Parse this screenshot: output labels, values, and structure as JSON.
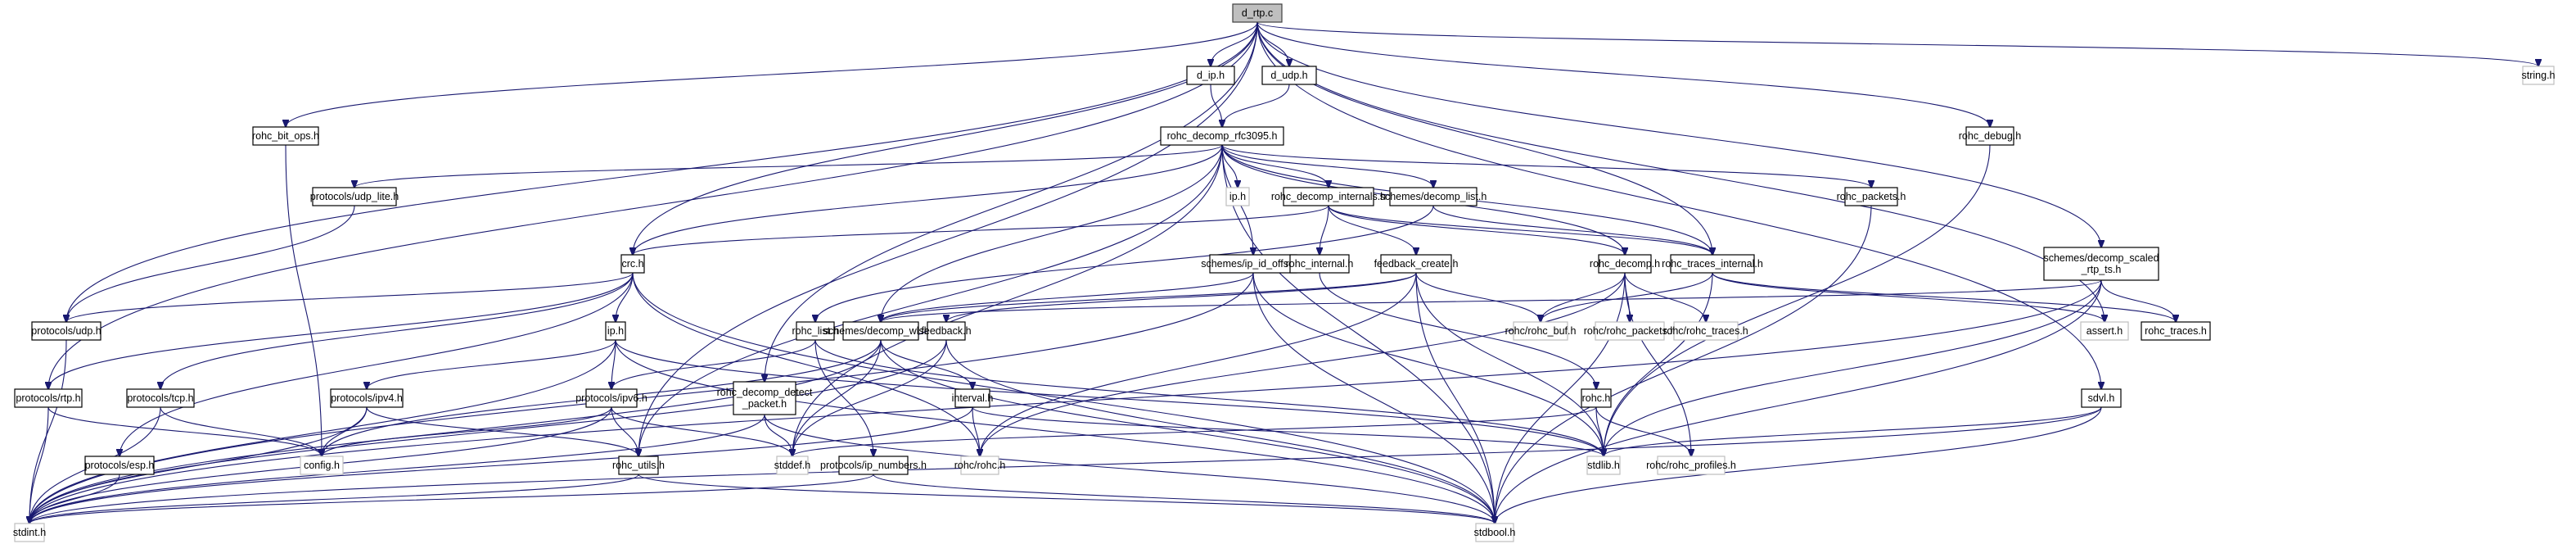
{
  "graph": {
    "title": "d_rtp.c include dependency graph",
    "colors": {
      "edge": "#191970",
      "root_fill": "#bfbfbf",
      "node_border": "#000000",
      "external_border": "#bfbfbf"
    },
    "nodes": [
      {
        "id": "d_rtp_c",
        "label": "d_rtp.c",
        "kind": "root"
      },
      {
        "id": "d_ip_h",
        "label": "d_ip.h",
        "kind": "doc"
      },
      {
        "id": "d_udp_h",
        "label": "d_udp.h",
        "kind": "doc"
      },
      {
        "id": "rohc_decomp_rfc3095_h",
        "label": "rohc_decomp_rfc3095.h",
        "kind": "doc"
      },
      {
        "id": "rohc_bit_ops_h",
        "label": "rohc_bit_ops.h",
        "kind": "doc"
      },
      {
        "id": "rohc_debug_h",
        "label": "rohc_debug.h",
        "kind": "doc"
      },
      {
        "id": "string_h",
        "label": "string.h",
        "kind": "ext"
      },
      {
        "id": "protocols_udp_lite_h",
        "label": "protocols/udp_lite.h",
        "kind": "doc"
      },
      {
        "id": "ip_h_ext",
        "label": "ip.h",
        "kind": "ext"
      },
      {
        "id": "rohc_decomp_internals_h",
        "label": "rohc_decomp_internals.h",
        "kind": "doc"
      },
      {
        "id": "schemes_decomp_list_h",
        "label": "schemes/decomp_list.h",
        "kind": "doc"
      },
      {
        "id": "rohc_packets_h",
        "label": "rohc_packets.h",
        "kind": "doc"
      },
      {
        "id": "crc_h",
        "label": "crc.h",
        "kind": "doc"
      },
      {
        "id": "schemes_ip_id_offset_h",
        "label": "schemes/ip_id_offset.h",
        "kind": "doc"
      },
      {
        "id": "rohc_internal_h",
        "label": "rohc_internal.h",
        "kind": "doc"
      },
      {
        "id": "feedback_create_h",
        "label": "feedback_create.h",
        "kind": "doc"
      },
      {
        "id": "rohc_decomp_h",
        "label": "rohc_decomp.h",
        "kind": "doc"
      },
      {
        "id": "rohc_traces_internal_h",
        "label": "rohc_traces_internal.h",
        "kind": "doc"
      },
      {
        "id": "schemes_decomp_scaled_rtp_ts_h",
        "label": "schemes/decomp_scaled\n_rtp_ts.h",
        "kind": "doc"
      },
      {
        "id": "protocols_udp_h",
        "label": "protocols/udp.h",
        "kind": "doc"
      },
      {
        "id": "ip_h",
        "label": "ip.h",
        "kind": "doc"
      },
      {
        "id": "rohc_list_h",
        "label": "rohc_list.h",
        "kind": "doc"
      },
      {
        "id": "schemes_decomp_wlsb_h",
        "label": "schemes/decomp_wlsb.h",
        "kind": "doc"
      },
      {
        "id": "feedback_h",
        "label": "feedback.h",
        "kind": "doc"
      },
      {
        "id": "rohc_rohc_buf_h",
        "label": "rohc/rohc_buf.h",
        "kind": "ext"
      },
      {
        "id": "rohc_rohc_packets_h",
        "label": "rohc/rohc_packets.h",
        "kind": "ext"
      },
      {
        "id": "rohc_rohc_traces_h",
        "label": "rohc/rohc_traces.h",
        "kind": "ext"
      },
      {
        "id": "assert_h",
        "label": "assert.h",
        "kind": "ext"
      },
      {
        "id": "rohc_traces_h",
        "label": "rohc_traces.h",
        "kind": "doc"
      },
      {
        "id": "protocols_rtp_h",
        "label": "protocols/rtp.h",
        "kind": "doc"
      },
      {
        "id": "protocols_tcp_h",
        "label": "protocols/tcp.h",
        "kind": "doc"
      },
      {
        "id": "protocols_ipv4_h",
        "label": "protocols/ipv4.h",
        "kind": "doc"
      },
      {
        "id": "protocols_ipv6_h",
        "label": "protocols/ipv6.h",
        "kind": "doc"
      },
      {
        "id": "rohc_decomp_detect_packet_h",
        "label": "rohc_decomp_detect\n_packet.h",
        "kind": "doc"
      },
      {
        "id": "interval_h",
        "label": "interval.h",
        "kind": "doc"
      },
      {
        "id": "rohc_h",
        "label": "rohc.h",
        "kind": "doc"
      },
      {
        "id": "sdvl_h",
        "label": "sdvl.h",
        "kind": "doc"
      },
      {
        "id": "protocols_esp_h",
        "label": "protocols/esp.h",
        "kind": "doc"
      },
      {
        "id": "config_h",
        "label": "config.h",
        "kind": "ext"
      },
      {
        "id": "rohc_utils_h",
        "label": "rohc_utils.h",
        "kind": "doc"
      },
      {
        "id": "stddef_h",
        "label": "stddef.h",
        "kind": "ext"
      },
      {
        "id": "protocols_ip_numbers_h",
        "label": "protocols/ip_numbers.h",
        "kind": "doc"
      },
      {
        "id": "rohc_rohc_h",
        "label": "rohc/rohc.h",
        "kind": "ext"
      },
      {
        "id": "stdlib_h",
        "label": "stdlib.h",
        "kind": "ext"
      },
      {
        "id": "rohc_rohc_profiles_h",
        "label": "rohc/rohc_profiles.h",
        "kind": "ext"
      },
      {
        "id": "stdint_h",
        "label": "stdint.h",
        "kind": "ext"
      },
      {
        "id": "stdbool_h",
        "label": "stdbool.h",
        "kind": "ext"
      }
    ],
    "edges": [
      [
        "d_rtp_c",
        "d_ip_h"
      ],
      [
        "d_rtp_c",
        "d_udp_h"
      ],
      [
        "d_rtp_c",
        "rohc_bit_ops_h"
      ],
      [
        "d_rtp_c",
        "rohc_debug_h"
      ],
      [
        "d_rtp_c",
        "string_h"
      ],
      [
        "d_rtp_c",
        "crc_h"
      ],
      [
        "d_rtp_c",
        "protocols_udp_h"
      ],
      [
        "d_rtp_c",
        "protocols_rtp_h"
      ],
      [
        "d_rtp_c",
        "rohc_traces_internal_h"
      ],
      [
        "d_rtp_c",
        "schemes_decomp_scaled_rtp_ts_h"
      ],
      [
        "d_rtp_c",
        "assert_h"
      ],
      [
        "d_rtp_c",
        "rohc_utils_h"
      ],
      [
        "d_rtp_c",
        "rohc_decomp_detect_packet_h"
      ],
      [
        "d_rtp_c",
        "sdvl_h"
      ],
      [
        "d_ip_h",
        "rohc_decomp_rfc3095_h"
      ],
      [
        "d_udp_h",
        "rohc_decomp_rfc3095_h"
      ],
      [
        "rohc_decomp_rfc3095_h",
        "protocols_udp_lite_h"
      ],
      [
        "rohc_decomp_rfc3095_h",
        "ip_h_ext"
      ],
      [
        "rohc_decomp_rfc3095_h",
        "rohc_decomp_internals_h"
      ],
      [
        "rohc_decomp_rfc3095_h",
        "schemes_decomp_list_h"
      ],
      [
        "rohc_decomp_rfc3095_h",
        "rohc_packets_h"
      ],
      [
        "rohc_decomp_rfc3095_h",
        "crc_h"
      ],
      [
        "rohc_decomp_rfc3095_h",
        "schemes_ip_id_offset_h"
      ],
      [
        "rohc_decomp_rfc3095_h",
        "rohc_decomp_h"
      ],
      [
        "rohc_decomp_rfc3095_h",
        "rohc_traces_internal_h"
      ],
      [
        "rohc_decomp_rfc3095_h",
        "schemes_decomp_wlsb_h"
      ],
      [
        "rohc_decomp_rfc3095_h",
        "rohc_utils_h"
      ],
      [
        "rohc_decomp_rfc3095_h",
        "stddef_h"
      ],
      [
        "rohc_decomp_rfc3095_h",
        "stdbool_h"
      ],
      [
        "rohc_bit_ops_h",
        "config_h"
      ],
      [
        "rohc_debug_h",
        "stdlib_h"
      ],
      [
        "protocols_udp_lite_h",
        "protocols_udp_h"
      ],
      [
        "rohc_decomp_internals_h",
        "crc_h"
      ],
      [
        "rohc_decomp_internals_h",
        "rohc_internal_h"
      ],
      [
        "rohc_decomp_internals_h",
        "feedback_create_h"
      ],
      [
        "rohc_decomp_internals_h",
        "rohc_decomp_h"
      ],
      [
        "rohc_decomp_internals_h",
        "rohc_traces_internal_h"
      ],
      [
        "schemes_decomp_list_h",
        "rohc_list_h"
      ],
      [
        "schemes_decomp_list_h",
        "rohc_traces_internal_h"
      ],
      [
        "rohc_packets_h",
        "stdbool_h"
      ],
      [
        "crc_h",
        "protocols_udp_h"
      ],
      [
        "crc_h",
        "protocols_rtp_h"
      ],
      [
        "crc_h",
        "protocols_tcp_h"
      ],
      [
        "crc_h",
        "protocols_esp_h"
      ],
      [
        "crc_h",
        "ip_h"
      ],
      [
        "crc_h",
        "rohc_rohc_h"
      ],
      [
        "crc_h",
        "stdbool_h"
      ],
      [
        "schemes_ip_id_offset_h",
        "schemes_decomp_wlsb_h"
      ],
      [
        "schemes_ip_id_offset_h",
        "stdint_h"
      ],
      [
        "schemes_ip_id_offset_h",
        "stdbool_h"
      ],
      [
        "schemes_ip_id_offset_h",
        "stdlib_h"
      ],
      [
        "rohc_internal_h",
        "rohc_h"
      ],
      [
        "feedback_create_h",
        "feedback_h"
      ],
      [
        "feedback_create_h",
        "rohc_rohc_buf_h"
      ],
      [
        "feedback_create_h",
        "schemes_decomp_wlsb_h"
      ],
      [
        "feedback_create_h",
        "stdlib_h"
      ],
      [
        "feedback_create_h",
        "stdbool_h"
      ],
      [
        "feedback_create_h",
        "rohc_rohc_h"
      ],
      [
        "rohc_decomp_h",
        "rohc_rohc_buf_h"
      ],
      [
        "rohc_decomp_h",
        "rohc_rohc_packets_h"
      ],
      [
        "rohc_decomp_h",
        "rohc_rohc_traces_h"
      ],
      [
        "rohc_decomp_h",
        "rohc_rohc_h"
      ],
      [
        "rohc_decomp_h",
        "rohc_rohc_profiles_h"
      ],
      [
        "rohc_decomp_h",
        "stdbool_h"
      ],
      [
        "rohc_traces_internal_h",
        "rohc_rohc_buf_h"
      ],
      [
        "rohc_traces_internal_h",
        "assert_h"
      ],
      [
        "rohc_traces_internal_h",
        "rohc_traces_h"
      ],
      [
        "rohc_traces_internal_h",
        "stdlib_h"
      ],
      [
        "schemes_decomp_scaled_rtp_ts_h",
        "rohc_traces_h"
      ],
      [
        "schemes_decomp_scaled_rtp_ts_h",
        "schemes_decomp_wlsb_h"
      ],
      [
        "schemes_decomp_scaled_rtp_ts_h",
        "stdlib_h"
      ],
      [
        "schemes_decomp_scaled_rtp_ts_h",
        "stdint_h"
      ],
      [
        "schemes_decomp_scaled_rtp_ts_h",
        "stdbool_h"
      ],
      [
        "protocols_udp_h",
        "stdint_h"
      ],
      [
        "ip_h",
        "protocols_ipv4_h"
      ],
      [
        "ip_h",
        "protocols_ipv6_h"
      ],
      [
        "ip_h",
        "stdint_h"
      ],
      [
        "ip_h",
        "stdbool_h"
      ],
      [
        "ip_h",
        "stdlib_h"
      ],
      [
        "rohc_list_h",
        "protocols_ipv6_h"
      ],
      [
        "rohc_list_h",
        "protocols_ip_numbers_h"
      ],
      [
        "rohc_list_h",
        "stdlib_h"
      ],
      [
        "schemes_decomp_wlsb_h",
        "interval_h"
      ],
      [
        "schemes_decomp_wlsb_h",
        "stddef_h"
      ],
      [
        "schemes_decomp_wlsb_h",
        "stdint_h"
      ],
      [
        "schemes_decomp_wlsb_h",
        "stdbool_h"
      ],
      [
        "schemes_decomp_wlsb_h",
        "config_h"
      ],
      [
        "feedback_h",
        "stddef_h"
      ],
      [
        "feedback_h",
        "stdint_h"
      ],
      [
        "feedback_h",
        "stdbool_h"
      ],
      [
        "protocols_rtp_h",
        "config_h"
      ],
      [
        "protocols_rtp_h",
        "stdint_h"
      ],
      [
        "protocols_tcp_h",
        "config_h"
      ],
      [
        "protocols_tcp_h",
        "stdint_h"
      ],
      [
        "protocols_ipv4_h",
        "config_h"
      ],
      [
        "protocols_ipv4_h",
        "rohc_utils_h"
      ],
      [
        "protocols_ipv4_h",
        "stdint_h"
      ],
      [
        "protocols_ipv6_h",
        "config_h"
      ],
      [
        "protocols_ipv6_h",
        "rohc_utils_h"
      ],
      [
        "protocols_ipv6_h",
        "stdint_h"
      ],
      [
        "protocols_ipv6_h",
        "stddef_h"
      ],
      [
        "rohc_decomp_detect_packet_h",
        "stddef_h"
      ],
      [
        "rohc_decomp_detect_packet_h",
        "stdint_h"
      ],
      [
        "rohc_decomp_detect_packet_h",
        "stdbool_h"
      ],
      [
        "interval_h",
        "rohc_rohc_h"
      ],
      [
        "interval_h",
        "stdint_h"
      ],
      [
        "interval_h",
        "stdlib_h"
      ],
      [
        "rohc_h",
        "stdlib_h"
      ],
      [
        "rohc_h",
        "rohc_rohc_profiles_h"
      ],
      [
        "rohc_h",
        "stddef_h"
      ],
      [
        "sdvl_h",
        "stdlib_h"
      ],
      [
        "sdvl_h",
        "stdint_h"
      ],
      [
        "sdvl_h",
        "stdbool_h"
      ],
      [
        "protocols_esp_h",
        "stdint_h"
      ],
      [
        "rohc_utils_h",
        "stdint_h"
      ],
      [
        "rohc_utils_h",
        "stdbool_h"
      ],
      [
        "protocols_ip_numbers_h",
        "stdint_h"
      ],
      [
        "protocols_ip_numbers_h",
        "stdbool_h"
      ]
    ]
  }
}
